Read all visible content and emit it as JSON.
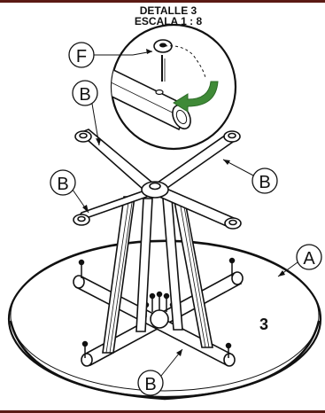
{
  "detail": {
    "title_line1": "DETALLE 3",
    "title_line2": "ESCALA 1 : 8"
  },
  "callouts": {
    "F": "F",
    "A": "A",
    "B_upper_left": "B",
    "B_mid_left": "B",
    "B_right": "B",
    "B_bottom": "B"
  },
  "step_number": "3",
  "colors": {
    "line": "#111111",
    "arrow": "#3f8a37",
    "arrow_dark": "#2c6a27",
    "frame": "#5b1a14",
    "tabletop_fill": "#f7f7f7"
  }
}
